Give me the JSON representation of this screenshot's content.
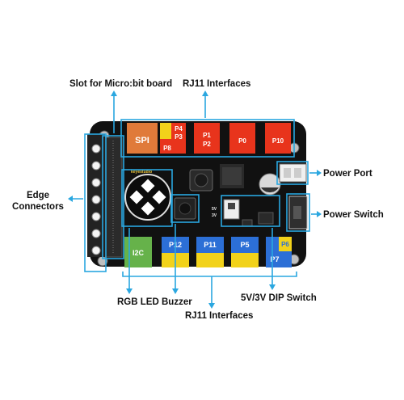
{
  "callouts": {
    "slot": "Slot for Micro:bit board",
    "rj11_top": "RJ11 Interfaces",
    "power_port": "Power Port",
    "edge_line1": "Edge",
    "edge_line2": "Connectors",
    "power_switch": "Power Switch",
    "rgb_led": "RGB LED",
    "buzzer": "Buzzer",
    "dip_switch": "5V/3V DIP Switch",
    "rj11_bottom": "RJ11 Interfaces"
  },
  "ports_top": [
    "SPI",
    "P4",
    "P3",
    "P8",
    "P1",
    "P2",
    "P0",
    "P10"
  ],
  "ports_bottom": [
    "I2C",
    "P12",
    "P11",
    "P5",
    "P6",
    "P7"
  ],
  "board_marks": {
    "brand": "keyestudio",
    "dip_a": "5V",
    "dip_b": "3V"
  },
  "colors": {
    "callout_line": "#2aa7e0",
    "board": "#111111",
    "rj11_red": "#e8341c",
    "rj11_orange": "#e07a3a",
    "rj11_blue": "#2c6fd6",
    "rj11_yellow": "#f2d21a",
    "rj11_green": "#66b24a"
  }
}
